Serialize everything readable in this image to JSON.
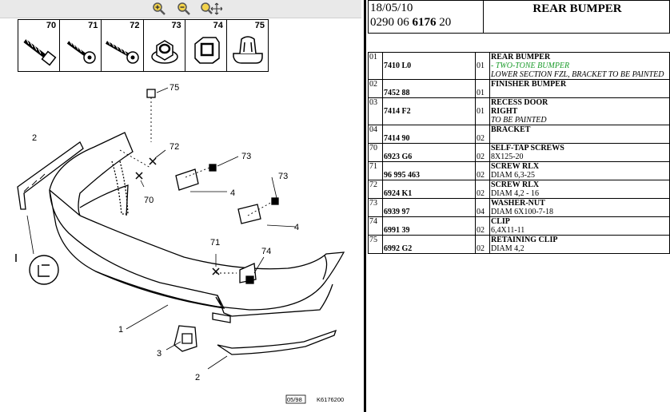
{
  "toolbar": {
    "zoom_in": "zoom-in-icon",
    "zoom_out": "zoom-out-icon",
    "zoom_move": "zoom-move-icon"
  },
  "thumbnails": [
    "70",
    "71",
    "72",
    "73",
    "74",
    "75"
  ],
  "diagram": {
    "callouts": [
      "75",
      "2",
      "72",
      "73",
      "70",
      "4",
      "73",
      "4",
      "71",
      "74",
      "1",
      "3",
      "2"
    ],
    "footer_date": "05/98",
    "footer_ref": "K6176200"
  },
  "header": {
    "date": "18/05/10",
    "code_prefix": "0290 06 ",
    "code_bold": "6176",
    "code_suffix": " 20",
    "title": "REAR BUMPER"
  },
  "parts": [
    {
      "ref": "01",
      "pn": "7410 L0",
      "qty": "01",
      "name": "REAR BUMPER",
      "line2": "- TWO-TONE BUMPER",
      "line2_style": "green",
      "line3": "LOWER SECTION FZL, BRACKET TO BE PAINTED",
      "line3_style": "ital"
    },
    {
      "ref": "02",
      "pn": "7452 88",
      "qty": "01",
      "name": "FINISHER BUMPER",
      "line2": "",
      "line2_style": "",
      "line3": "",
      "line3_style": ""
    },
    {
      "ref": "03",
      "pn": "7414 F2",
      "qty": "01",
      "name": "RECESS DOOR",
      "line2": "RIGHT",
      "line2_style": "bold",
      "line3": "TO BE PAINTED",
      "line3_style": "ital"
    },
    {
      "ref": "04",
      "pn": "7414 90",
      "qty": "02",
      "name": "BRACKET",
      "line2": "",
      "line2_style": "",
      "line3": "",
      "line3_style": ""
    },
    {
      "ref": "70",
      "pn": "6923 G6",
      "qty": "02",
      "name": "SELF-TAP SCREWS",
      "line2": "8X125-20",
      "line2_style": "",
      "line3": "",
      "line3_style": ""
    },
    {
      "ref": "71",
      "pn": "96 995 463",
      "qty": "02",
      "name": "SCREW RLX",
      "line2": "DIAM 6,3-25",
      "line2_style": "",
      "line3": "",
      "line3_style": ""
    },
    {
      "ref": "72",
      "pn": "6924 K1",
      "qty": "02",
      "name": "SCREW RLX",
      "line2": "DIAM 4,2 - 16",
      "line2_style": "",
      "line3": "",
      "line3_style": ""
    },
    {
      "ref": "73",
      "pn": "6939 97",
      "qty": "04",
      "name": "WASHER-NUT",
      "line2": "DIAM 6X100-7-18",
      "line2_style": "",
      "line3": "",
      "line3_style": ""
    },
    {
      "ref": "74",
      "pn": "6991 39",
      "qty": "02",
      "name": "CLIP",
      "line2": "6,4X11-11",
      "line2_style": "",
      "line3": "",
      "line3_style": ""
    },
    {
      "ref": "75",
      "pn": "6992 G2",
      "qty": "02",
      "name": "RETAINING CLIP",
      "line2": "DIAM 4,2",
      "line2_style": "",
      "line3": "",
      "line3_style": ""
    }
  ]
}
